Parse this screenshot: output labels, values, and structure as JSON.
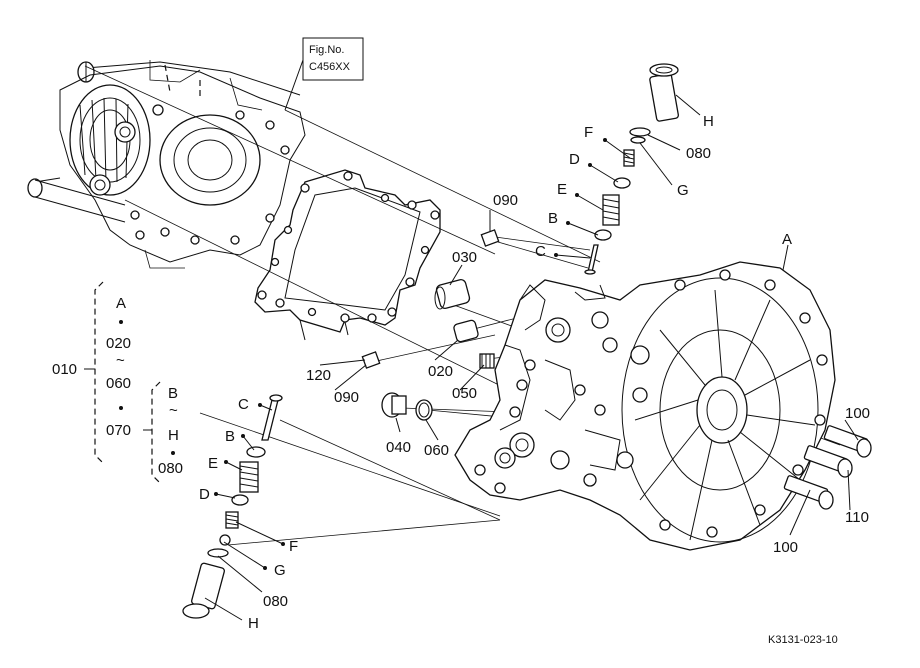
{
  "fig_box": {
    "line1": "Fig.No.",
    "line2": "C456XX"
  },
  "drawing_code": "K3131-023-10",
  "labels": {
    "A_top": "A",
    "H_top": "H",
    "F_top": "F",
    "G_top": "G",
    "D_top": "D",
    "E_top": "E",
    "B_top": "B",
    "C_top": "C",
    "l080_top": "080",
    "l090_top": "090",
    "l030": "030",
    "l020": "020",
    "l050": "050",
    "l120": "120",
    "l090_mid": "090",
    "l040": "040",
    "l060": "060",
    "C_bot": "C",
    "B_bot": "B",
    "E_bot": "E",
    "D_bot": "D",
    "F_bot": "F",
    "G_bot": "G",
    "l080_bot": "080",
    "H_bot": "H",
    "l100_a": "100",
    "l110": "110",
    "l100_b": "100"
  },
  "bracket": {
    "main_label": "010",
    "item1": "A",
    "item2": "020",
    "tilde": "~",
    "item3": "060",
    "item4": "070",
    "sub_top": "B",
    "sub_tilde": "~",
    "sub_bottom": "H",
    "sub_extra": "080"
  }
}
